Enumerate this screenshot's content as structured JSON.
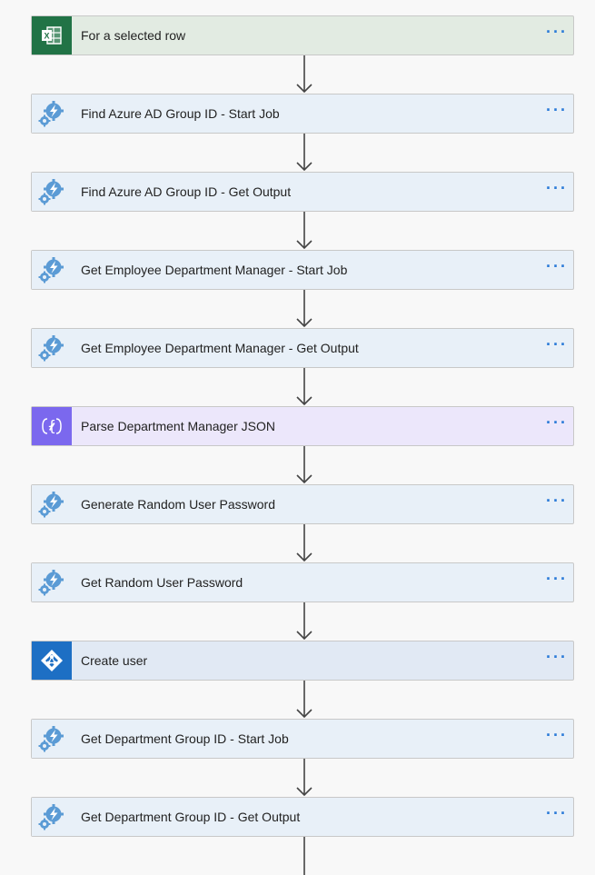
{
  "flow": {
    "steps": [
      {
        "label": "For a selected row",
        "type": "excel",
        "icon": "excel-icon"
      },
      {
        "label": "Find Azure AD Group ID - Start Job",
        "type": "automation",
        "icon": "azure-automation-icon"
      },
      {
        "label": "Find Azure AD Group ID - Get Output",
        "type": "automation",
        "icon": "azure-automation-icon"
      },
      {
        "label": "Get Employee Department Manager - Start Job",
        "type": "automation",
        "icon": "azure-automation-icon"
      },
      {
        "label": "Get Employee Department Manager - Get Output",
        "type": "automation",
        "icon": "azure-automation-icon"
      },
      {
        "label": "Parse Department Manager JSON",
        "type": "dataops",
        "icon": "data-operation-icon"
      },
      {
        "label": "Generate Random User Password",
        "type": "automation",
        "icon": "azure-automation-icon"
      },
      {
        "label": "Get Random User Password",
        "type": "automation",
        "icon": "azure-automation-icon"
      },
      {
        "label": "Create user",
        "type": "azuread",
        "icon": "azure-ad-icon"
      },
      {
        "label": "Get Department Group ID - Start Job",
        "type": "automation",
        "icon": "azure-automation-icon"
      },
      {
        "label": "Get Department Group ID - Get Output",
        "type": "automation",
        "icon": "azure-automation-icon"
      }
    ],
    "more_label": "···"
  },
  "colors": {
    "excel": "#217346",
    "automation_gear": "#5b9bd5",
    "dataops": "#7b68ee",
    "azuread": "#1d6fc4",
    "more": "#2b7bd8"
  }
}
